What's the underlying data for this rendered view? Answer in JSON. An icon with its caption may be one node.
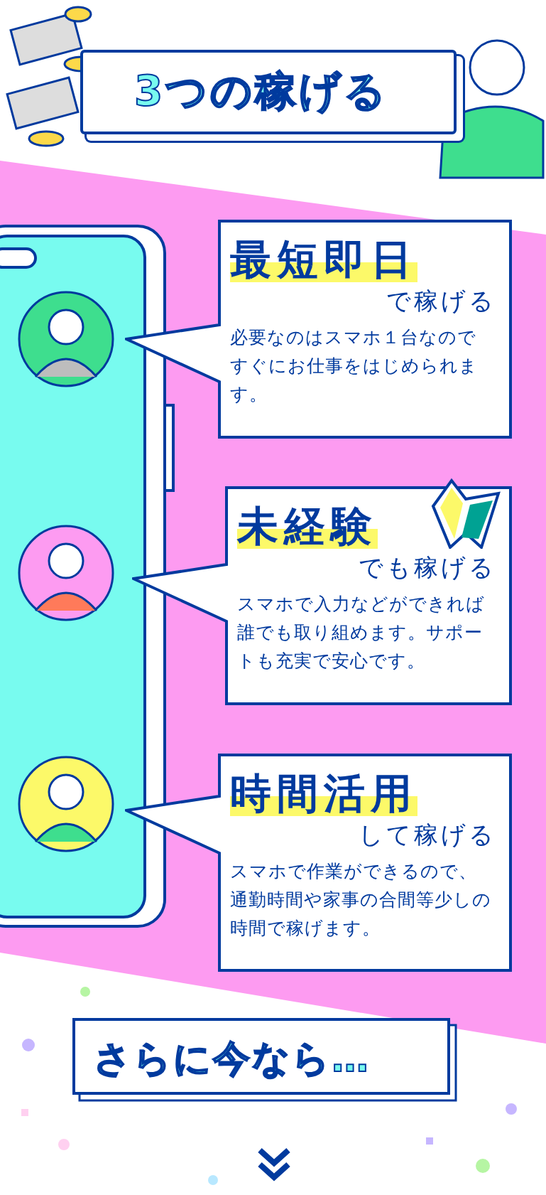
{
  "diagram": {
    "title": "3つの稼げる",
    "nodes": [
      {
        "text": [
          "最短即日",
          "で稼げる",
          "必要なのはスマホ１台なのですぐにお仕事をはじめられます。"
        ]
      },
      {
        "text": [
          "未経験",
          "でも稼げる",
          "スマホで入力などができれば誰でも取り組めます。サポートも充実で安心です。"
        ]
      },
      {
        "text": [
          "時間活用",
          "して稼げる",
          "スマホで作業ができるので、通勤時間や家事の合間等少しの時間で稼げます。"
        ]
      },
      {
        "text": [
          "さらに今なら…"
        ]
      }
    ],
    "edges": []
  }
}
